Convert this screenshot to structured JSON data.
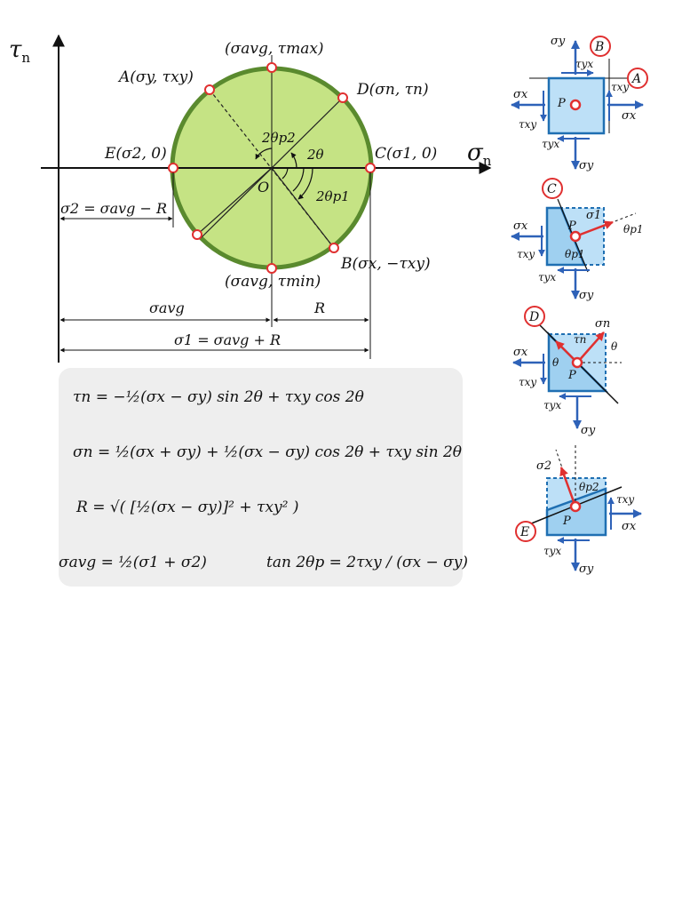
{
  "mohr": {
    "axis_x": "σ",
    "axis_x_sub": "n",
    "axis_y": "τ",
    "axis_y_sub": "n",
    "center": "O",
    "top_point": "(σavg, τmax)",
    "bottom_point": "(σavg, τmin)",
    "point_A": "A(σy, τxy)",
    "point_B": "B(σx, −τxy)",
    "point_C": "C(σ1, 0)",
    "point_D": "D(σn, τn)",
    "point_E": "E(σ2, 0)",
    "angle_2theta_p2": "2θp2",
    "angle_2theta": "2θ",
    "angle_2theta_p1": "2θp1",
    "dim_sigma2": "σ2 = σavg − R",
    "dim_sigma_avg": "σavg",
    "dim_R": "R",
    "dim_sigma1": "σ1 = σavg + R",
    "circle_fill": "#c5e384",
    "circle_stroke": "#5a8a2e",
    "point_color": "#e03030"
  },
  "formulas": {
    "tau_n": "τn = −½(σx − σy) sin 2θ + τxy cos 2θ",
    "sigma_n": "σn = ½(σx + σy) + ½(σx − σy) cos 2θ + τxy sin 2θ",
    "radius": "R = √( [½(σx − σy)]² + τxy² )",
    "sigma_avg": "σavg = ½(σ1 + σ2)",
    "tan_2theta_p": "tan 2θp = 2τxy / (σx − σy)"
  },
  "elements": {
    "e1_labels": {
      "B": "B",
      "A": "A",
      "P": "P"
    },
    "e2_labels": {
      "C": "C",
      "P": "P"
    },
    "e3_labels": {
      "D": "D",
      "P": "P"
    },
    "e4_labels": {
      "E": "E",
      "P": "P"
    },
    "stress_sigma_x": "σx",
    "stress_sigma_y": "σy",
    "stress_tau_xy": "τxy",
    "stress_tau_yx": "τyx",
    "sigma1": "σ1",
    "sigma2": "σ2",
    "sigma_n": "σn",
    "tau_n": "τn",
    "theta": "θ",
    "theta_p1": "θp1",
    "theta_p2": "θp2",
    "element_fill": "#bde0f7",
    "element_stroke": "#1f6fb2",
    "arrow_color": "#2e62b8",
    "accent_red": "#e03030"
  }
}
